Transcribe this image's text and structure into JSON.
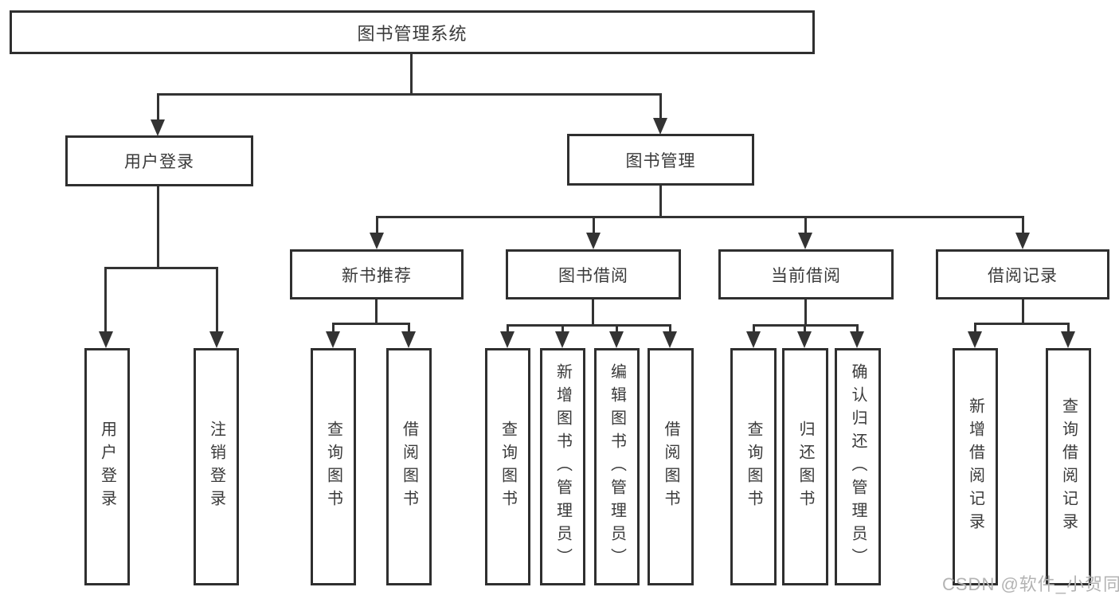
{
  "diagram": {
    "root": {
      "label": "图书管理系统"
    },
    "user_login": {
      "label": "用户登录",
      "leaves": [
        {
          "label": "用户登录"
        },
        {
          "label": "注销登录"
        }
      ]
    },
    "book_management": {
      "label": "图书管理",
      "sections": [
        {
          "label": "新书推荐",
          "leaves": [
            {
              "label": "查询图书"
            },
            {
              "label": "借阅图书"
            }
          ]
        },
        {
          "label": "图书借阅",
          "leaves": [
            {
              "label": "查询图书"
            },
            {
              "label": "新增图书（管理员）"
            },
            {
              "label": "编辑图书（管理员）"
            },
            {
              "label": "借阅图书"
            }
          ]
        },
        {
          "label": "当前借阅",
          "leaves": [
            {
              "label": "查询图书"
            },
            {
              "label": "归还图书"
            },
            {
              "label": "确认归还（管理员）"
            }
          ]
        },
        {
          "label": "借阅记录",
          "leaves": [
            {
              "label": "新增借阅记录"
            },
            {
              "label": "查询借阅记录"
            }
          ]
        }
      ]
    },
    "line_color": "#333333",
    "watermark_color": "#b3b3b3"
  },
  "watermark": {
    "text": "CSDN @软件_小贺同学"
  }
}
